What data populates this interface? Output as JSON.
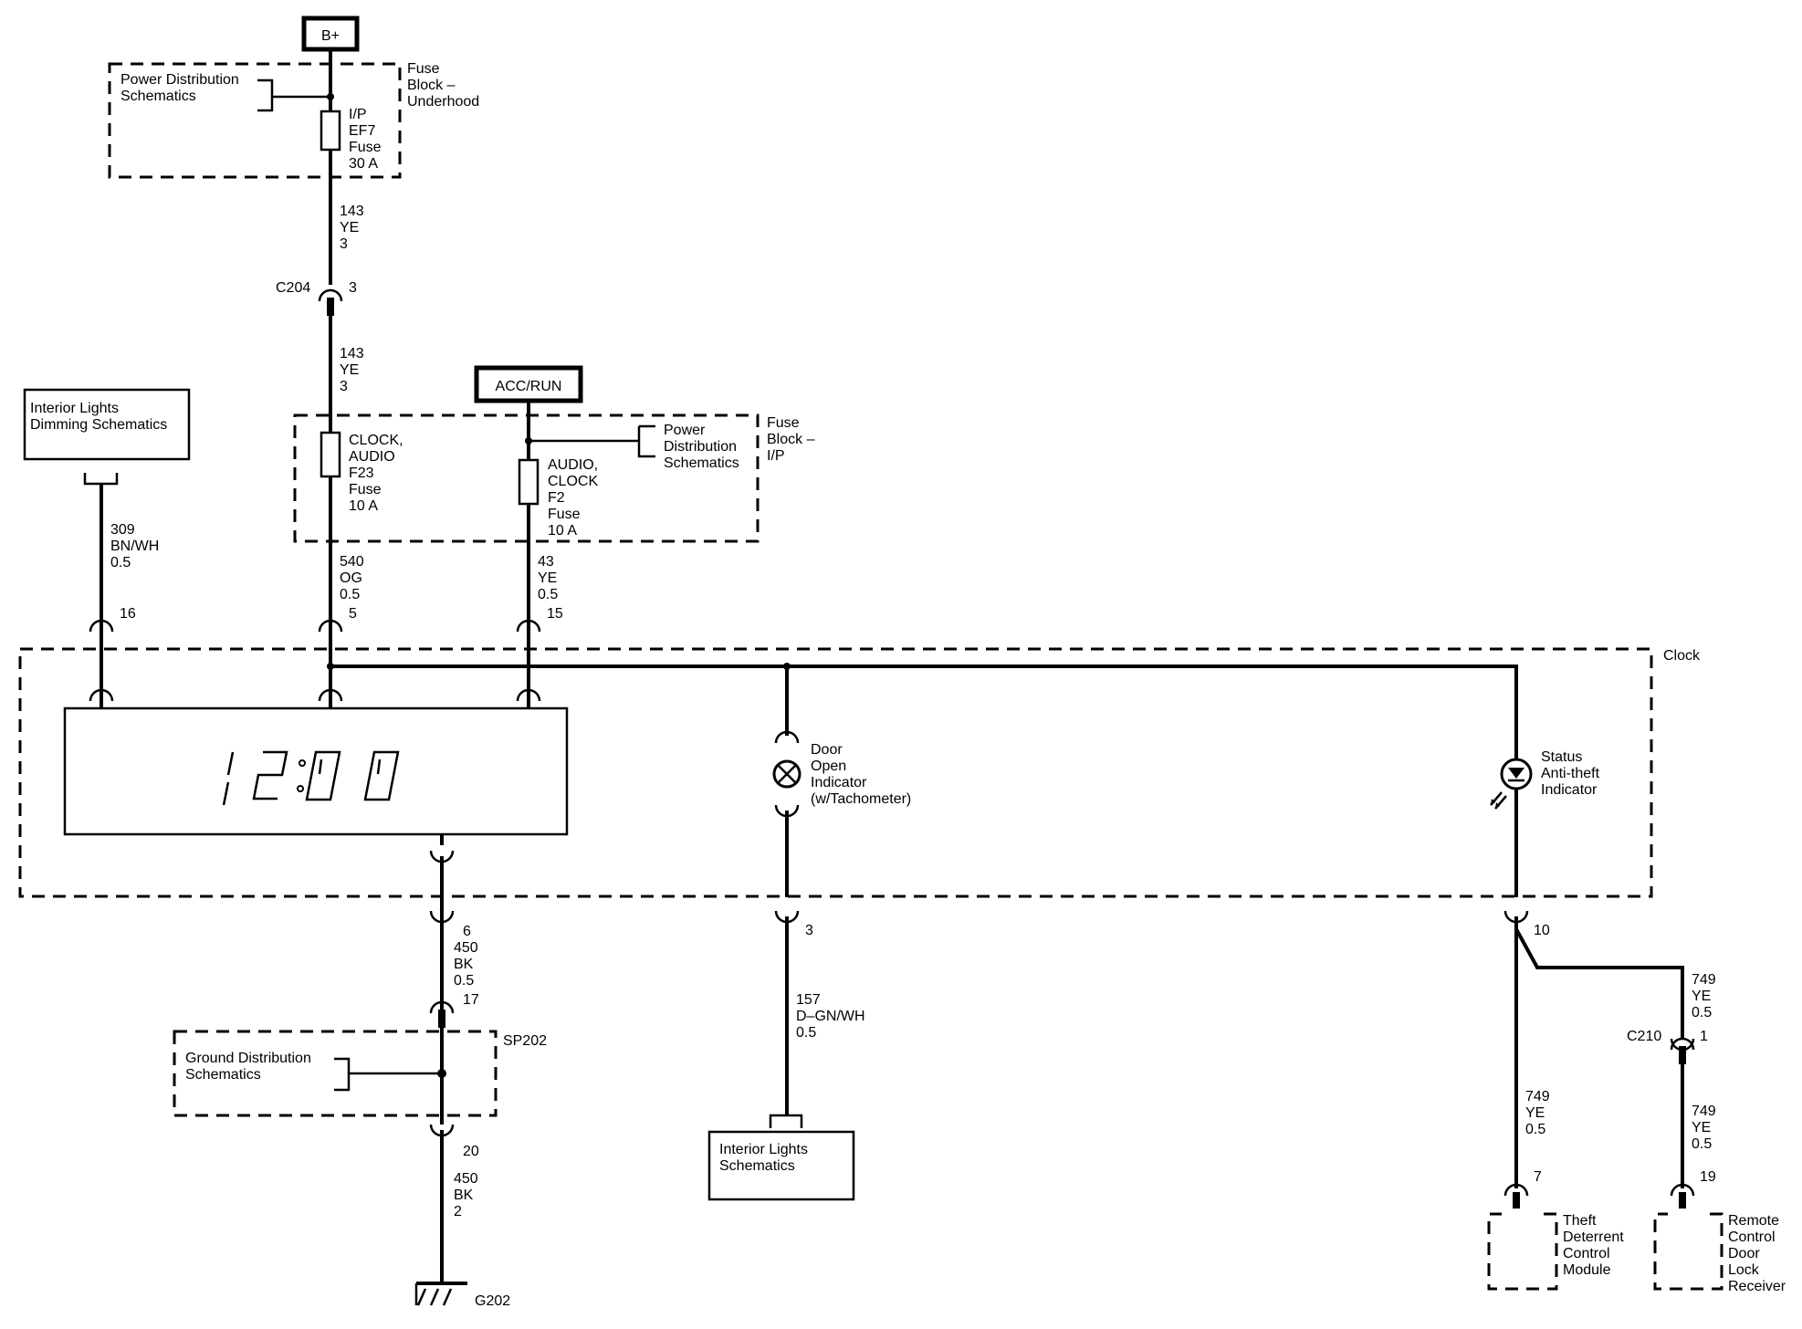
{
  "sources": {
    "battery": "B+",
    "accrun": "ACC/RUN"
  },
  "fuse_block_underhood": {
    "label": [
      "Fuse",
      "Block –",
      "Underhood"
    ],
    "ref": [
      "Power Distribution",
      "Schematics"
    ],
    "fuse": [
      "I/P",
      "EF7",
      "Fuse",
      "30 A"
    ]
  },
  "wire_143_top": [
    "143",
    "YE",
    "3"
  ],
  "c204": {
    "name": "C204",
    "pin": "3"
  },
  "wire_143_bottom": [
    "143",
    "YE",
    "3"
  ],
  "fuse_block_ip": {
    "label": [
      "Fuse",
      "Block –",
      "I/P"
    ],
    "ref": [
      "Power",
      "Distribution",
      "Schematics"
    ],
    "fuse_f23": [
      "CLOCK,",
      "AUDIO",
      "F23",
      "Fuse",
      "10 A"
    ],
    "fuse_f2": [
      "AUDIO,",
      "CLOCK",
      "F2",
      "Fuse",
      "10 A"
    ]
  },
  "dimming_ref": [
    "Interior Lights",
    "Dimming Schematics"
  ],
  "wire_309": [
    "309",
    "BN/WH",
    "0.5"
  ],
  "pin_16": "16",
  "wire_540": [
    "540",
    "OG",
    "0.5"
  ],
  "pin_5": "5",
  "wire_43": [
    "43",
    "YE",
    "0.5"
  ],
  "pin_15": "15",
  "clock_label": "Clock",
  "door_indicator": [
    "Door",
    "Open",
    "Indicator",
    "(w/Tachometer)"
  ],
  "status_indicator": [
    "Status",
    "Anti-theft",
    "Indicator"
  ],
  "wire_450_top": [
    "6",
    "450",
    "BK",
    "0.5",
    "17"
  ],
  "sp202": "SP202",
  "ground_ref": [
    "Ground Distribution",
    "Schematics"
  ],
  "wire_450_bottom": [
    "20",
    "450",
    "BK",
    "2"
  ],
  "g202": "G202",
  "pin_3": "3",
  "wire_157": [
    "157",
    "D–GN/WH",
    "0.5"
  ],
  "interior_ref": [
    "Interior Lights",
    "Schematics"
  ],
  "pin_10": "10",
  "wire_749_a": [
    "749",
    "YE",
    "0.5"
  ],
  "c210": {
    "name": "C210",
    "pin": "1"
  },
  "wire_749_b": [
    "749",
    "YE",
    "0.5"
  ],
  "wire_749_c": [
    "749",
    "YE",
    "0.5"
  ],
  "pin_7": "7",
  "pin_19": "19",
  "theft_module": [
    "Theft",
    "Deterrent",
    "Control",
    "Module"
  ],
  "remote_receiver": [
    "Remote",
    "Control",
    "Door",
    "Lock",
    "Receiver"
  ]
}
